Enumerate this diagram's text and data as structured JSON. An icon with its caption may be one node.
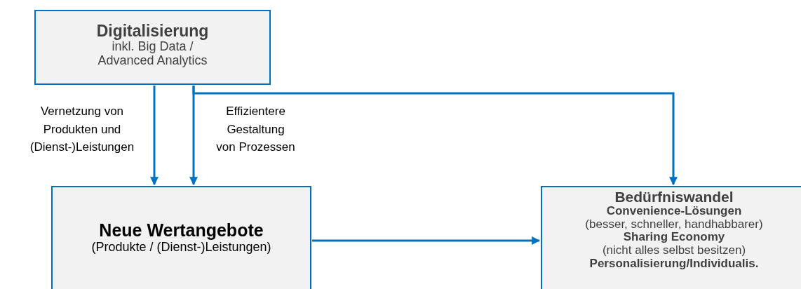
{
  "diagram": {
    "nodes": [
      {
        "text": [
          "Digitalisierung",
          "inkl. Big Data / Advanced Analytics"
        ]
      },
      {
        "text": [
          "Neue Wertangebote",
          "(Produkte / (Dienst-)Leistungen)"
        ]
      },
      {
        "text": [
          "Bedürfniswandel",
          "Convenience-Lösungen",
          "(besser, schneller, handhabbarer)",
          "Sharing Economy",
          "(nicht alles selbst besitzen)",
          "Personalisierung/Individualis."
        ]
      }
    ],
    "edges": [
      {
        "from": 0,
        "to": 1,
        "arrow": "to",
        "label": "Vernetzung von Produkten und (Dienst-)Leistungen"
      },
      {
        "from": 0,
        "to": 1,
        "arrow": "to",
        "label": "Effizientere Gestaltung von Prozessen"
      },
      {
        "from": 0,
        "to": 2,
        "arrow": "to"
      },
      {
        "from": 1,
        "to": 2,
        "arrow": "to"
      }
    ]
  }
}
